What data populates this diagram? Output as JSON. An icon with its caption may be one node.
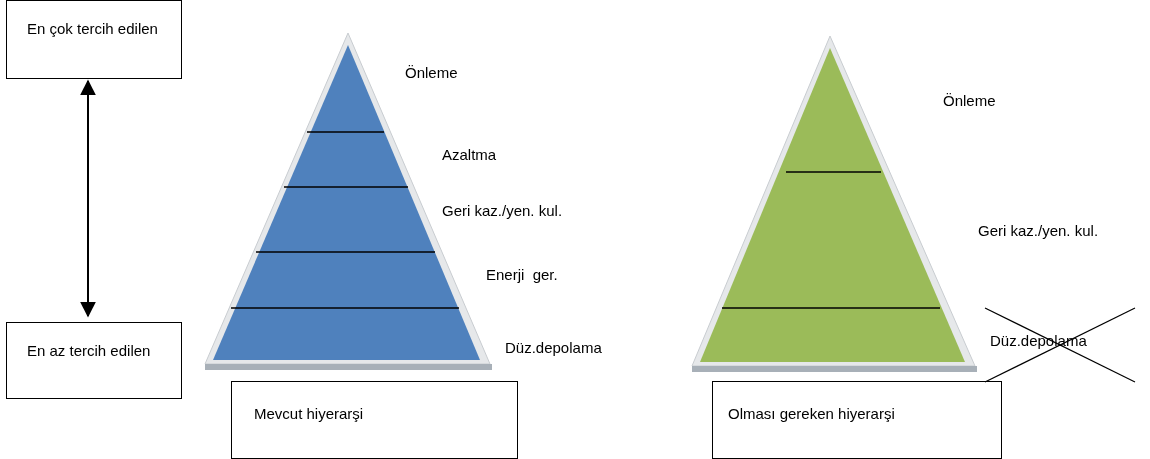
{
  "diagram": {
    "nodes": [
      {
        "text": [
          "En çok tercih edilen"
        ]
      },
      {
        "text": [
          "En az tercih edilen"
        ]
      },
      {
        "text": [
          "Mevcut hiyerarşi"
        ]
      },
      {
        "text": [
          "Olması gereken hiyerarşi"
        ]
      }
    ],
    "edges": [
      {
        "from": 0,
        "to": 1,
        "arrow": "both"
      }
    ],
    "labels": [
      "Önleme",
      "Azaltma",
      "Geri kaz./yen. kul.",
      "Enerji  ger.",
      "Düz.depolama",
      "Önleme",
      "Geri kaz./yen. kul.",
      "Düz.depolama"
    ]
  }
}
